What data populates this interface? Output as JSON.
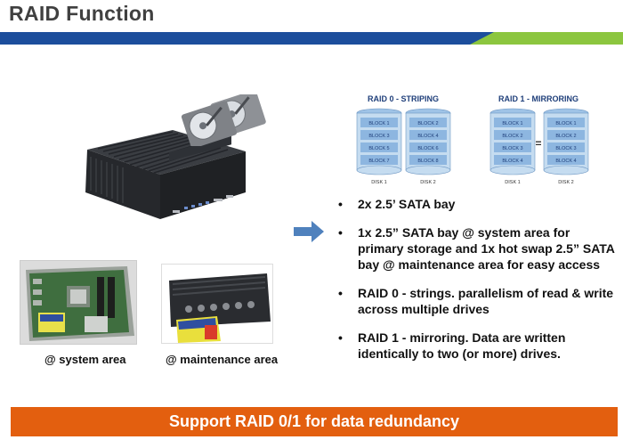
{
  "slide": {
    "title": "RAID Function",
    "footer_banner": "Support RAID 0/1 for data redundancy"
  },
  "colors": {
    "title_text": "#404040",
    "band_blue": "#1c4e9c",
    "band_green": "#8cc63f",
    "footer_orange": "#e35f0f",
    "arrow_blue": "#4f81bd",
    "raid_block": "#c5dcf0",
    "raid_title": "#1f3f7a"
  },
  "images": {
    "system_caption": "@ system area",
    "maintenance_caption": "@ maintenance area"
  },
  "raid_diagram": {
    "raid0": {
      "title": "RAID 0 - STRIPING",
      "disks": [
        {
          "label": "DISK 1",
          "blocks": [
            "BLOCK 1",
            "BLOCK 3",
            "BLOCK 5",
            "BLOCK 7"
          ]
        },
        {
          "label": "DISK 2",
          "blocks": [
            "BLOCK 2",
            "BLOCK 4",
            "BLOCK 6",
            "BLOCK 8"
          ]
        }
      ]
    },
    "raid1": {
      "title": "RAID 1 - MIRRORING",
      "equals": "=",
      "disks": [
        {
          "label": "DISK 1",
          "blocks": [
            "BLOCK 1",
            "BLOCK 2",
            "BLOCK 3",
            "BLOCK 4"
          ]
        },
        {
          "label": "DISK 2",
          "blocks": [
            "BLOCK 1",
            "BLOCK 2",
            "BLOCK 3",
            "BLOCK 4"
          ]
        }
      ]
    }
  },
  "bullets": [
    "2x  2.5’ SATA bay",
    "1x 2.5” SATA bay @ system area for primary storage and 1x hot swap 2.5” SATA bay @ maintenance area for easy access",
    "RAID 0 - strings. parallelism of read & write  across multiple drives",
    "RAID 1 - mirroring. Data are written identically to two (or more) drives."
  ]
}
